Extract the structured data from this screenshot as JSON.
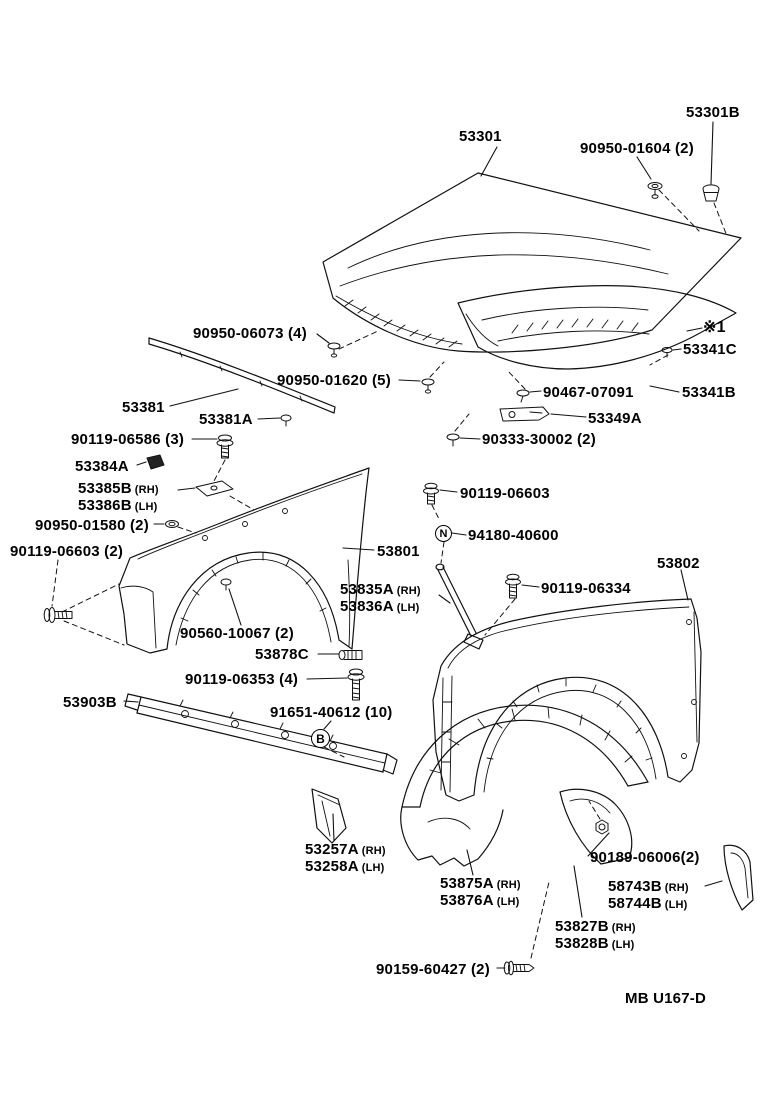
{
  "diagram": {
    "footer_code": "MB U167-D",
    "colors": {
      "line": "#111111",
      "background": "#ffffff",
      "text": "#000000"
    }
  },
  "labels": {
    "p53301": "53301",
    "p53301B": "53301B",
    "p90950_01604": "90950-01604 (2)",
    "p90950_06073": "90950-06073 (4)",
    "note1": "※1",
    "p53341C": "53341C",
    "p90950_01620": "90950-01620 (5)",
    "p90467_07091": "90467-07091",
    "p53341B": "53341B",
    "p53381": "53381",
    "p53381A": "53381A",
    "p53349A": "53349A",
    "p90119_06586": "90119-06586 (3)",
    "p90333_30002": "90333-30002 (2)",
    "p53384A": "53384A",
    "p53385B": {
      "num": "53385B",
      "side": "(RH)"
    },
    "p53386B": {
      "num": "53386B",
      "side": "(LH)"
    },
    "p90119_06603": "90119-06603",
    "p90950_01580": "90950-01580 (2)",
    "p94180_40600": "94180-40600",
    "p90119_06603_2": "90119-06603 (2)",
    "p53801": "53801",
    "p53802": "53802",
    "p53835A": {
      "num": "53835A",
      "side": "(RH)"
    },
    "p53836A": {
      "num": "53836A",
      "side": "(LH)"
    },
    "p90119_06334": "90119-06334",
    "p90560_10067": "90560-10067 (2)",
    "p53878C": "53878C",
    "p90119_06353": "90119-06353 (4)",
    "p53903B": "53903B",
    "p91651_40612": "91651-40612 (10)",
    "p53257A": {
      "num": "53257A",
      "side": "(RH)"
    },
    "p53258A": {
      "num": "53258A",
      "side": "(LH)"
    },
    "p53875A": {
      "num": "53875A",
      "side": "(RH)"
    },
    "p53876A": {
      "num": "53876A",
      "side": "(LH)"
    },
    "p90189_06006": "90189-06006(2)",
    "p58743B": {
      "num": "58743B",
      "side": "(RH)"
    },
    "p58744B": {
      "num": "58744B",
      "side": "(LH)"
    },
    "p53827B": {
      "num": "53827B",
      "side": "(RH)"
    },
    "p53828B": {
      "num": "53828B",
      "side": "(LH)"
    },
    "p90159_60427": "90159-60427 (2)",
    "circled_n": "N",
    "circled_b": "B"
  }
}
